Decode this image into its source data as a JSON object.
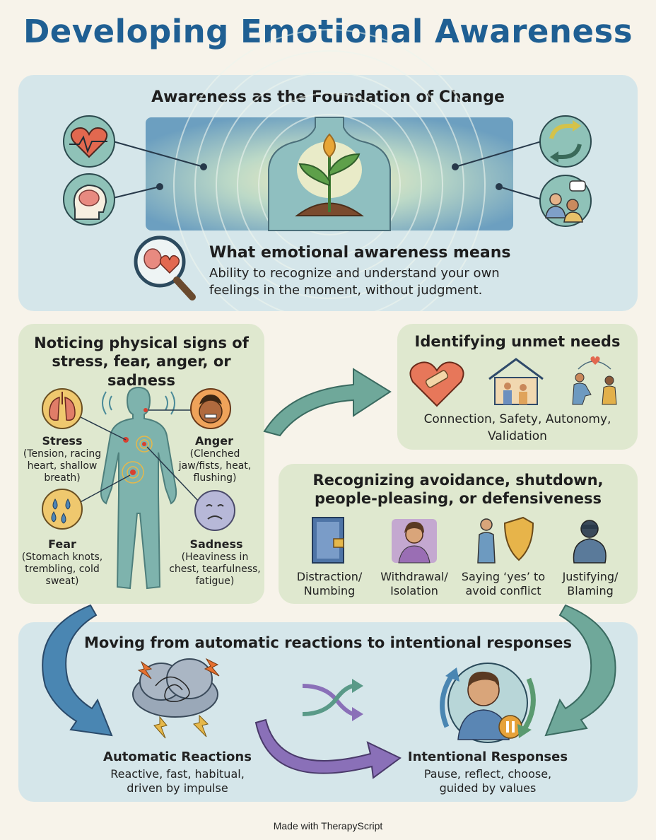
{
  "title": "Developing Emotional Awareness",
  "foundation": {
    "heading": "Awareness as the Foundation of Change",
    "means_heading": "What emotional awareness means",
    "means_text_1": "Ability to recognize and understand your own",
    "means_text_2": "feelings in the moment, without judgment."
  },
  "physical": {
    "heading_1": "Noticing physical signs of",
    "heading_2": "stress, fear, anger, or sadness",
    "stress": {
      "label": "Stress",
      "d1": "(Tension, racing",
      "d2": "heart, shallow",
      "d3": "breath)"
    },
    "anger": {
      "label": "Anger",
      "d1": "(Clenched",
      "d2": "jaw/fists, heat,",
      "d3": "flushing)"
    },
    "fear": {
      "label": "Fear",
      "d1": "(Stomach knots,",
      "d2": "trembling, cold",
      "d3": "sweat)"
    },
    "sadness": {
      "label": "Sadness",
      "d1": "(Heaviness in",
      "d2": "chest, tearfulness,",
      "d3": "fatigue)"
    }
  },
  "needs": {
    "heading": "Identifying unmet needs",
    "text_1": "Connection, Safety, Autonomy,",
    "text_2": "Validation"
  },
  "avoidance": {
    "heading_1": "Recognizing avoidance, shutdown,",
    "heading_2": "people-pleasing, or defensiveness",
    "items": [
      {
        "l1": "Distraction/",
        "l2": "Numbing"
      },
      {
        "l1": "Withdrawal/",
        "l2": "Isolation"
      },
      {
        "l1": "Saying ‘yes’ to",
        "l2": "avoid conflict"
      },
      {
        "l1": "Justifying/",
        "l2": "Blaming"
      }
    ]
  },
  "moving": {
    "heading": "Moving from automatic reactions to intentional responses",
    "auto_label": "Automatic Reactions",
    "auto_d1": "Reactive, fast, habitual,",
    "auto_d2": "driven by impulse",
    "intent_label": "Intentional Responses",
    "intent_d1": "Pause, reflect, choose,",
    "intent_d2": "guided by values"
  },
  "footer": "Made with TherapyScript",
  "colors": {
    "title": "#1f5f93",
    "blue_panel": "#d5e6ea",
    "green_panel": "#dfe8cf",
    "body": "#6fa7a3"
  }
}
